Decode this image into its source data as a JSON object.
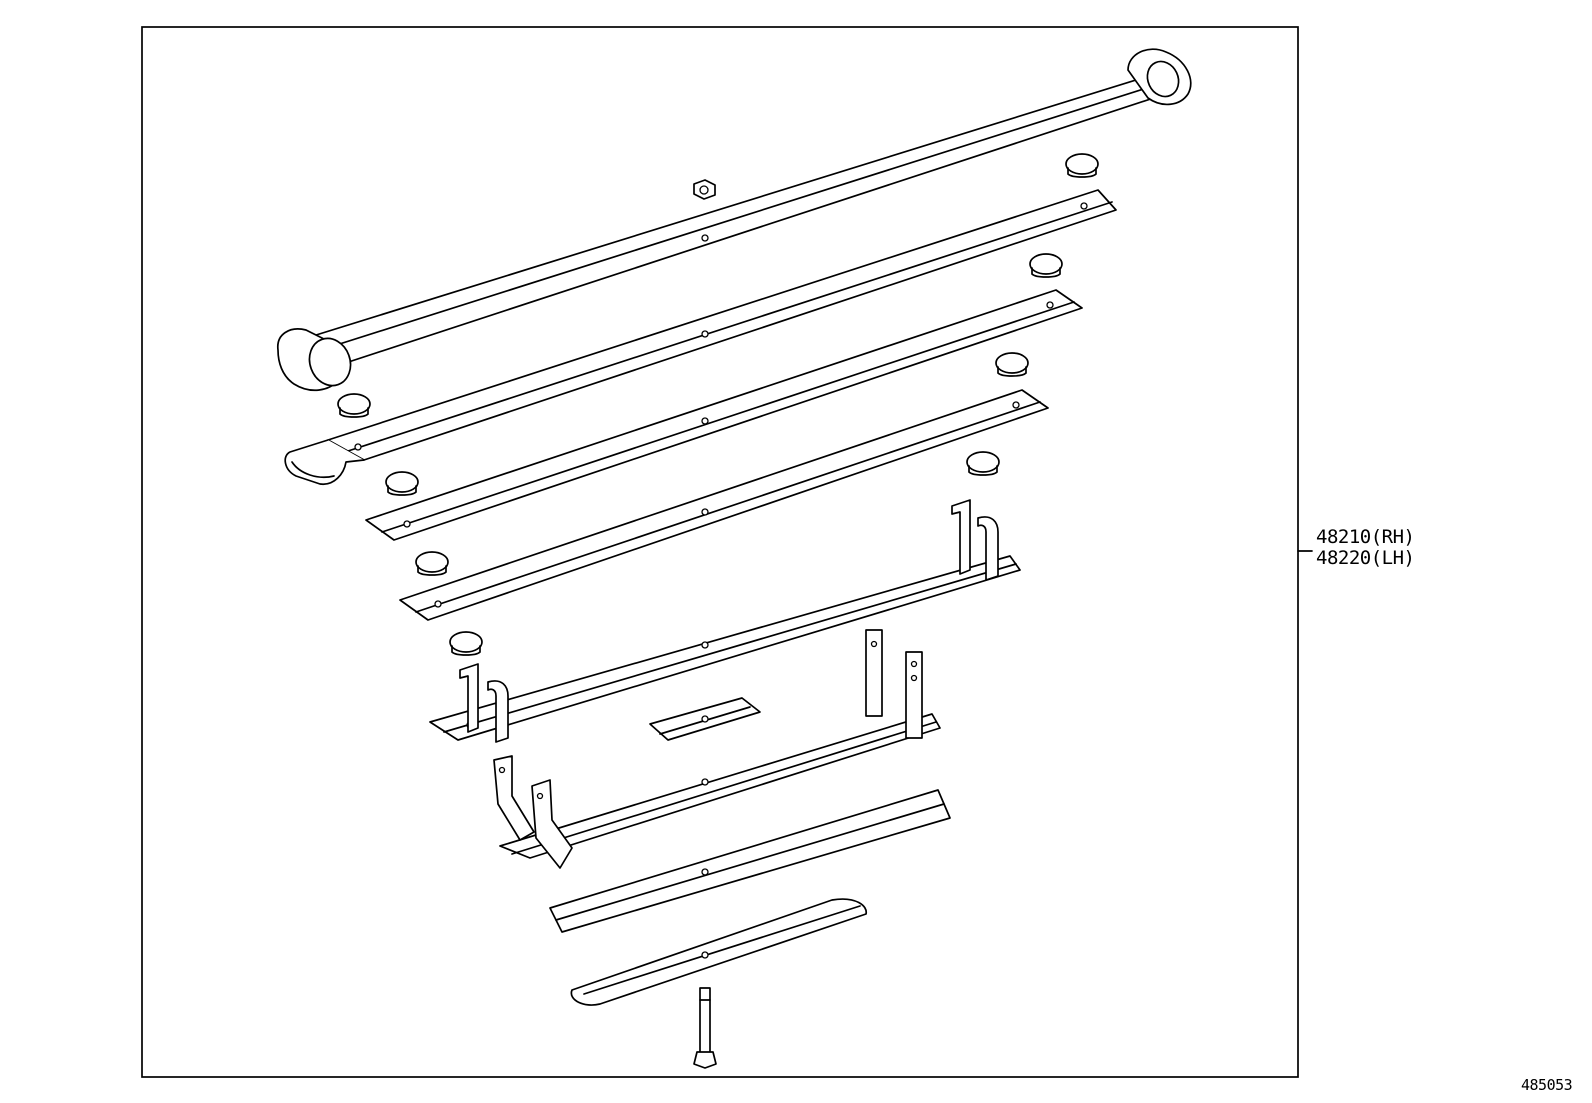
{
  "diagram": {
    "part_label_rh": "48210(RH)",
    "part_label_lh": "48220(LH)",
    "illustration_code": "485053"
  },
  "colors": {
    "line": "#000000",
    "background": "#ffffff"
  }
}
